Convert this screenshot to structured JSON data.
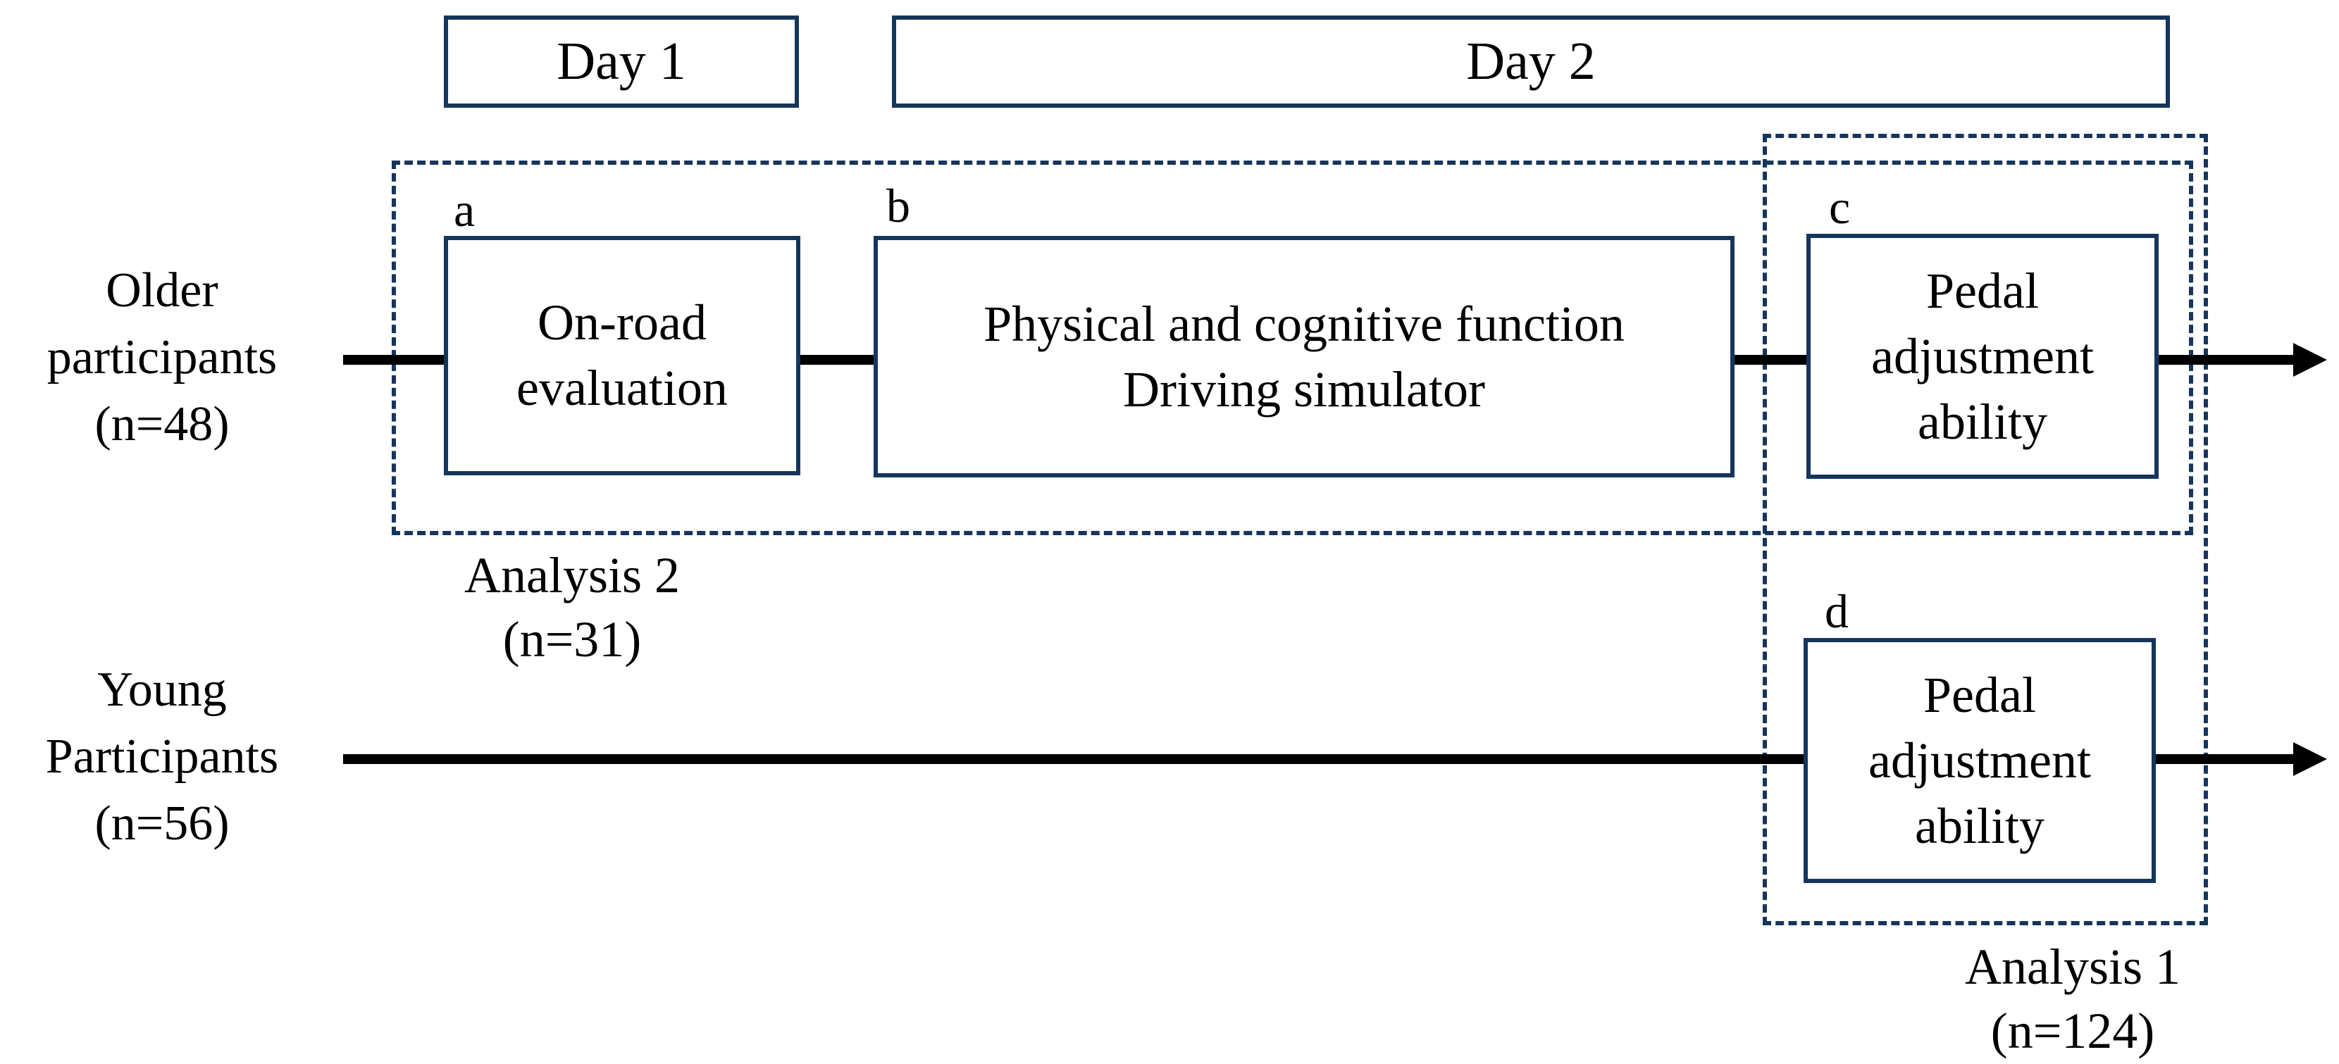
{
  "colors": {
    "border_navy": "#16355c",
    "arrow_black": "#000000",
    "background": "#ffffff"
  },
  "headers": {
    "day1": "Day 1",
    "day2": "Day 2"
  },
  "groups": {
    "older": {
      "line1": "Older",
      "line2": "participants",
      "line3": "(n=48)"
    },
    "young": {
      "line1": "Young",
      "line2": "Participants",
      "line3": "(n=56)"
    }
  },
  "boxes": {
    "a": {
      "label": "a",
      "lines": [
        "On-road",
        "evaluation"
      ]
    },
    "b": {
      "label": "b",
      "lines": [
        "Physical and cognitive function",
        "Driving simulator"
      ]
    },
    "c": {
      "label": "c",
      "lines": [
        "Pedal",
        "adjustment",
        "ability"
      ]
    },
    "d": {
      "label": "d",
      "lines": [
        "Pedal",
        "adjustment",
        "ability"
      ]
    }
  },
  "annotations": {
    "analysis2": {
      "line1": "Analysis 2",
      "line2": "(n=31)"
    },
    "analysis1": {
      "line1": "Analysis 1",
      "line2": "(n=124)"
    }
  }
}
